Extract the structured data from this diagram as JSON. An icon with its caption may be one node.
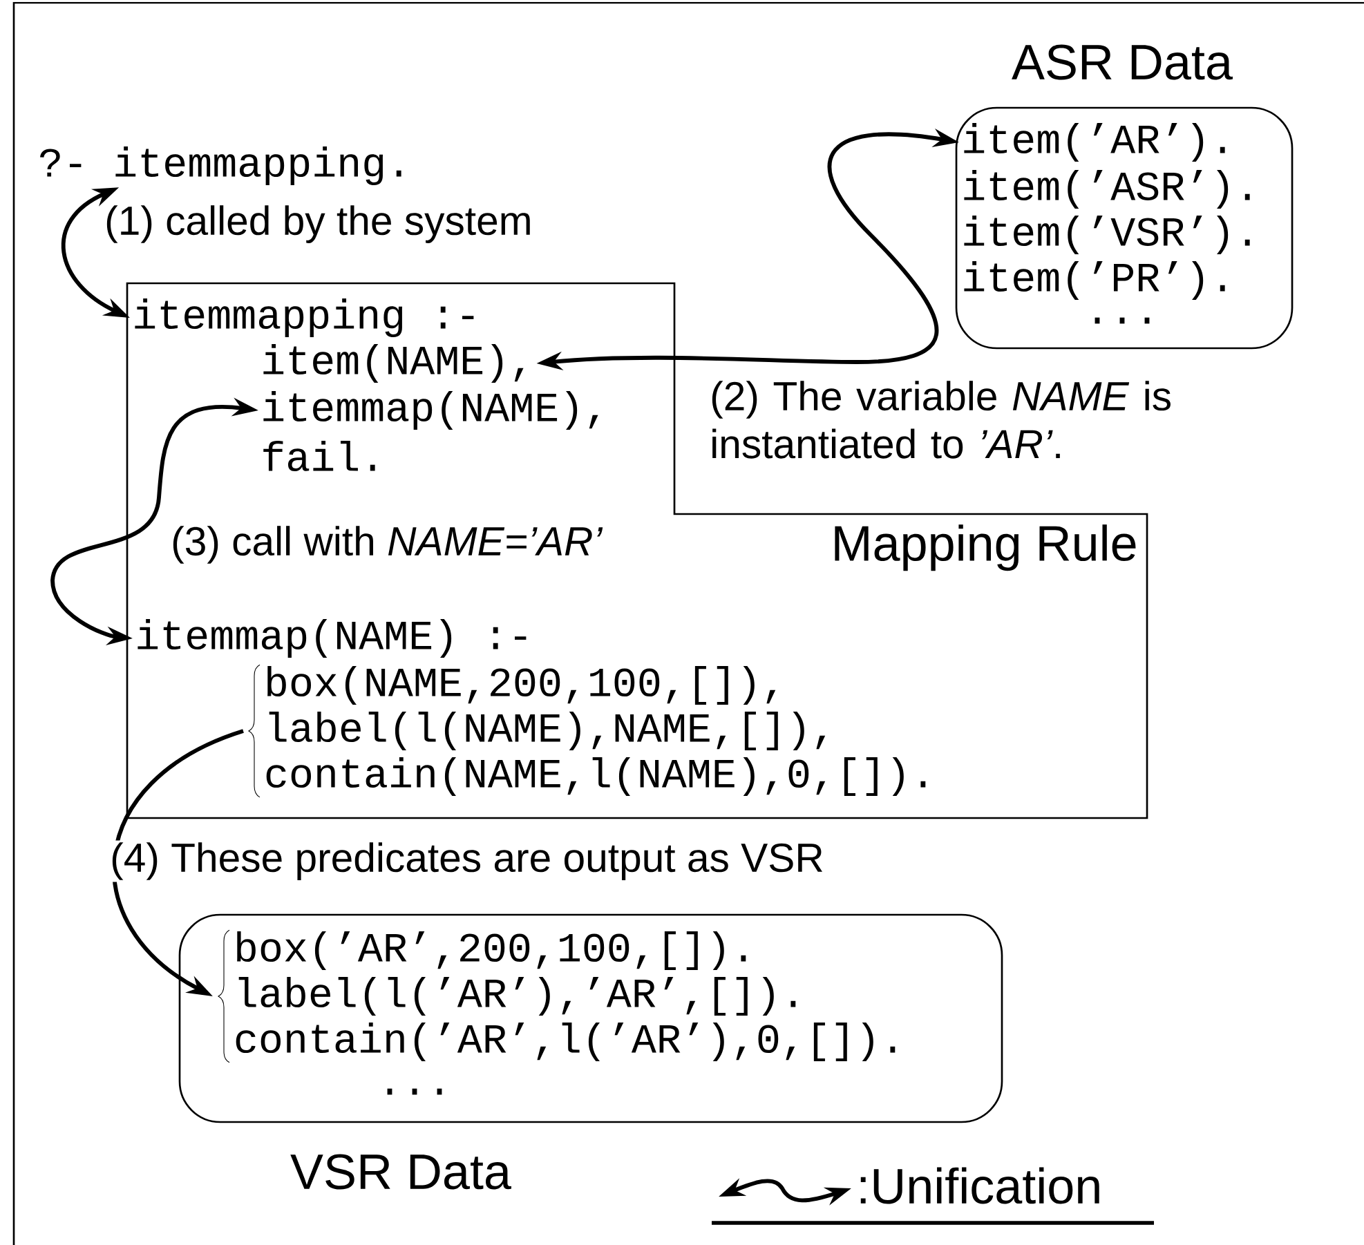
{
  "diagram": {
    "nodes": [
      {
        "text": [
          "?- itemmapping."
        ]
      },
      {
        "text": [
          "ASR Data"
        ]
      },
      {
        "text": [
          "item(’AR’)."
        ],
        "in": 1
      },
      {
        "text": [
          "item(’ASR’)."
        ],
        "in": 1
      },
      {
        "text": [
          "item(’VSR’)."
        ],
        "in": 1
      },
      {
        "text": [
          "item(’PR’)."
        ],
        "in": 1
      },
      {
        "text": [
          "..."
        ],
        "in": 1
      },
      {
        "text": [
          "Mapping Rule"
        ]
      },
      {
        "text": [
          "itemmapping :-"
        ],
        "in": 7
      },
      {
        "text": [
          "item(NAME),"
        ],
        "in": 7
      },
      {
        "text": [
          "itemmap(NAME),"
        ],
        "in": 7
      },
      {
        "text": [
          "fail."
        ],
        "in": 7
      },
      {
        "text": [
          "itemmap(NAME) :-"
        ],
        "in": 7
      },
      {
        "text": [
          "box(NAME,200,100,[]),",
          "label(l(NAME),NAME,[]),",
          "contain(NAME,l(NAME),0,[])."
        ],
        "in": 7
      },
      {
        "text": [
          "VSR Data"
        ]
      },
      {
        "text": [
          "box(’AR’,200,100,[]).",
          "label(l(’AR’),’AR’,[]).",
          "contain(’AR’,l(’AR’),0,[])."
        ],
        "in": 14
      },
      {
        "text": [
          "..."
        ],
        "in": 14
      }
    ],
    "edges": [
      {
        "from": 0,
        "to": 8,
        "arrow": "both",
        "label": "(1) called by the system"
      },
      {
        "from": 2,
        "to": 9,
        "arrow": "both",
        "label": "(2) The variable *NAME* is instantiated to *’AR’*."
      },
      {
        "from": 10,
        "to": 12,
        "arrow": "both",
        "label": "(3) call with *NAME=’AR’*"
      },
      {
        "from": 13,
        "to": 15,
        "arrow": "to",
        "label": "(4) These predicates are output as VSR"
      }
    ],
    "legend": [
      {
        "text": ":Unification"
      }
    ]
  }
}
